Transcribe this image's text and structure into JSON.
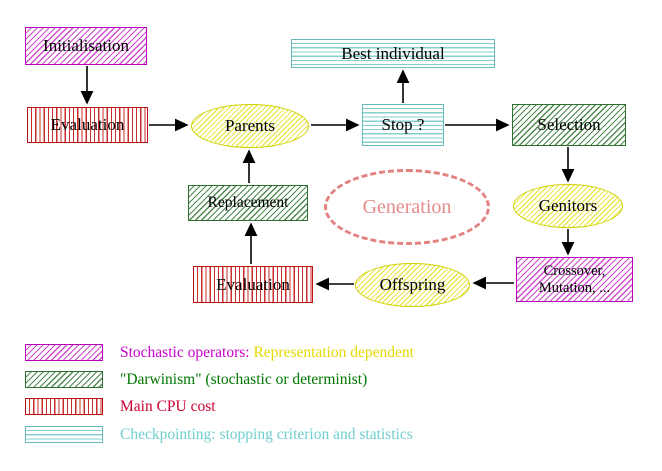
{
  "nodes": {
    "initialisation": "Initialisation",
    "evaluation_top": "Evaluation",
    "parents": "Parents",
    "stop": "Stop ?",
    "best_individual": "Best individual",
    "selection": "Selection",
    "genitors": "Genitors",
    "crossover_line1": "Crossover,",
    "crossover_line2": "Mutation, ...",
    "offspring": "Offspring",
    "evaluation_bottom": "Evaluation",
    "replacement": "Replacement",
    "generation": "Generation"
  },
  "legend": {
    "stochastic_label": "Stochastic operators:",
    "stochastic_suffix": "Representation dependent",
    "darwinism": "\"Darwinism\" (stochastic or determinist)",
    "cpu": "Main CPU cost",
    "checkpointing": "Checkpointing: stopping criterion and statistics"
  },
  "colors": {
    "magenta": "#cc00cc",
    "green": "#007700",
    "red": "#cc0033",
    "cyan": "#6fcfcf",
    "yellow": "#e6d800",
    "salmon": "#e38c8c",
    "arrow": "#000000"
  }
}
